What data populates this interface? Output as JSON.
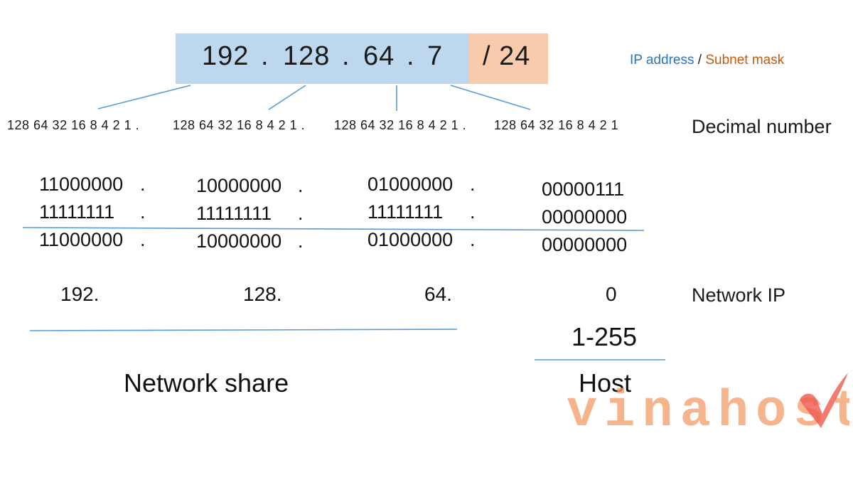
{
  "ip": {
    "octets": [
      "192",
      "128",
      "64",
      "7"
    ],
    "separator": ".",
    "mask": "/ 24"
  },
  "legend": {
    "ip_label": "IP address",
    "slash": "/",
    "mask_label": "Subnet mask",
    "ip_color": "#2e75b6",
    "mask_color": "#c55a11"
  },
  "decimal_row": {
    "groups": [
      "128 64 32 16 8 4 2 1 .",
      "128 64 32 16 8 4 2 1 .",
      "128 64 32 16 8 4 2 1 .",
      "128 64 32 16 8 4 2 1"
    ],
    "label": "Decimal number"
  },
  "binary": {
    "ip_row": [
      "11000000",
      "10000000",
      "01000000",
      "00000111"
    ],
    "mask_row": [
      "11111111",
      "11111111",
      "11111111",
      "00000000"
    ],
    "result_row": [
      "11000000",
      "10000000",
      "01000000",
      "00000000"
    ],
    "dot": "."
  },
  "network_ip": {
    "values": [
      "192.",
      "128.",
      "64.",
      "0"
    ],
    "label": "Network IP"
  },
  "host_range": "1-255",
  "labels": {
    "network_share": "Network share",
    "host": "Host"
  },
  "watermark": {
    "text": "vinahost.",
    "color": "#f4a06c",
    "check_color": "#ef5a4e"
  },
  "colors": {
    "ip_box": "#bdd7ee",
    "mask_box": "#f8cbad",
    "line": "#5b9bd5"
  }
}
